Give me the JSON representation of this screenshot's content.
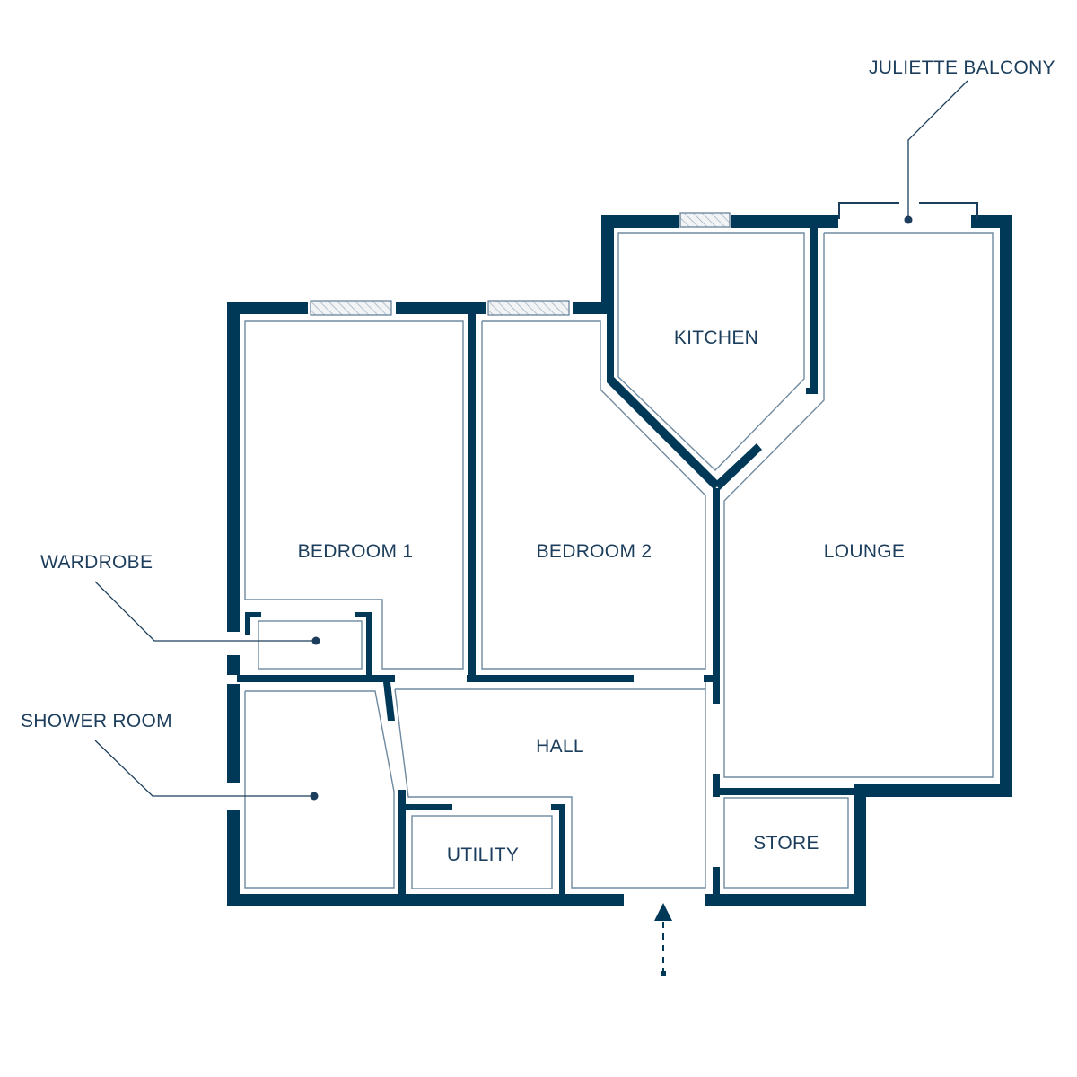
{
  "rooms": {
    "kitchen": "KITCHEN",
    "bedroom1": "BEDROOM 1",
    "bedroom2": "BEDROOM 2",
    "lounge": "LOUNGE",
    "hall": "HALL",
    "utility": "UTILITY",
    "store": "STORE"
  },
  "callouts": {
    "juliette_balcony": "JULIETTE BALCONY",
    "wardrobe": "WARDROBE",
    "shower_room": "SHOWER ROOM"
  },
  "colors": {
    "wall": "#003858",
    "text": "#1c3e5c",
    "inner_line": "#6f8aa0",
    "background": "#ffffff"
  },
  "icons": {
    "entrance": "entrance-arrow-icon",
    "window": "window-hatch-icon",
    "callout_marker": "callout-dot-icon"
  }
}
